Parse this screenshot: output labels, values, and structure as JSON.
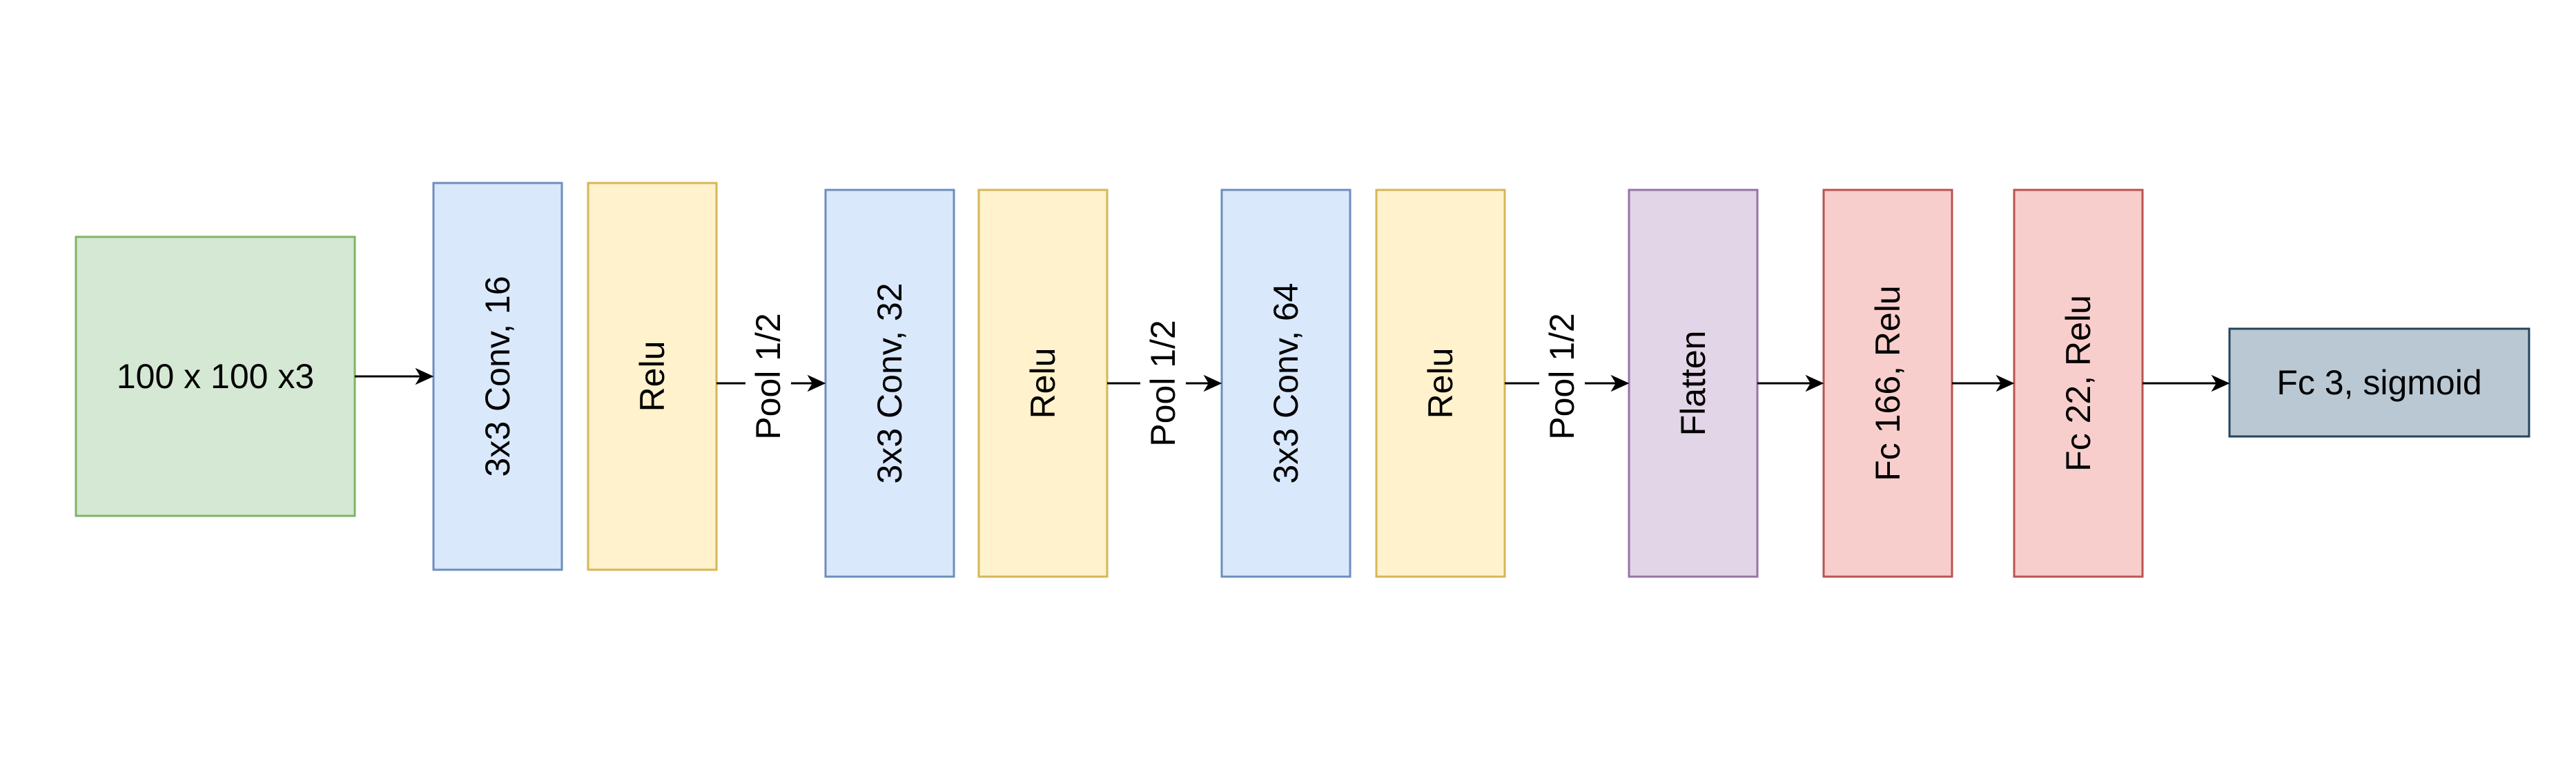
{
  "nodes": {
    "input": {
      "label": "100 x 100 x3"
    },
    "conv1": {
      "label": "3x3 Conv, 16"
    },
    "relu1": {
      "label": "Relu"
    },
    "conv2": {
      "label": "3x3 Conv, 32"
    },
    "relu2": {
      "label": "Relu"
    },
    "conv3": {
      "label": "3x3 Conv, 64"
    },
    "relu3": {
      "label": "Relu"
    },
    "flatten": {
      "label": "Flatten"
    },
    "fc1": {
      "label": "Fc 166, Relu"
    },
    "fc2": {
      "label": "Fc 22, Relu"
    },
    "output": {
      "label": "Fc 3, sigmoid"
    }
  },
  "edges": {
    "pool1": {
      "label": "Pool 1/2"
    },
    "pool2": {
      "label": "Pool 1/2"
    },
    "pool3": {
      "label": "Pool 1/2"
    }
  },
  "colors": {
    "input_fill": "#d5e8d4",
    "input_stroke": "#82b366",
    "conv_fill": "#dae8fc",
    "conv_stroke": "#6c8ebf",
    "relu_fill": "#fff2cc",
    "relu_stroke": "#d6b656",
    "flatten_fill": "#e1d5e7",
    "flatten_stroke": "#9673a6",
    "fc_fill": "#f8cecc",
    "fc_stroke": "#b85450",
    "output_fill": "#bac8d3",
    "output_stroke": "#23445d"
  }
}
